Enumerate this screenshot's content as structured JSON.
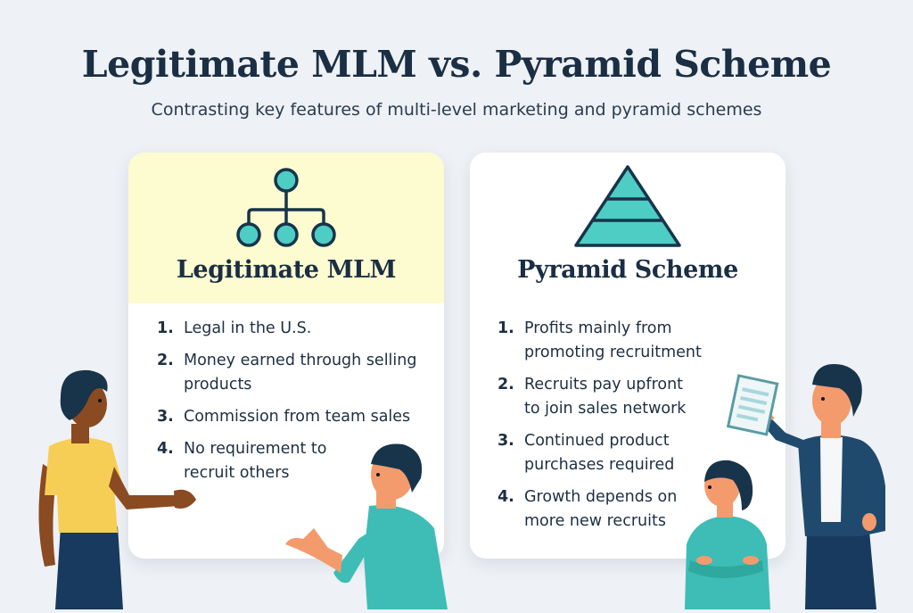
{
  "header": {
    "title": "Legitimate MLM vs. Pyramid Scheme",
    "subtitle": "Contrasting key features of multi-level marketing and pyramid schemes"
  },
  "cards": [
    {
      "title": "Legitimate MLM",
      "icon": "org-chart-icon",
      "header_color": "#fdfbd0",
      "items": [
        {
          "num": "1.",
          "text": "Legal in the U.S."
        },
        {
          "num": "2.",
          "text": "Money earned through selling products"
        },
        {
          "num": "3.",
          "text": "Commission from team sales"
        },
        {
          "num": "4.",
          "text": "No requirement to recruit others"
        }
      ]
    },
    {
      "title": "Pyramid Scheme",
      "icon": "pyramid-icon",
      "header_color": "#ffffff",
      "items": [
        {
          "num": "1.",
          "text": "Profits mainly from promoting recruitment"
        },
        {
          "num": "2.",
          "text": "Recruits pay upfront to join sales network"
        },
        {
          "num": "3.",
          "text": "Continued product purchases required"
        },
        {
          "num": "4.",
          "text": "Growth depends on more new recruits"
        }
      ]
    }
  ],
  "colors": {
    "accent_teal": "#4ecdc4",
    "navy": "#1a2e44",
    "background": "#eef1f5"
  }
}
